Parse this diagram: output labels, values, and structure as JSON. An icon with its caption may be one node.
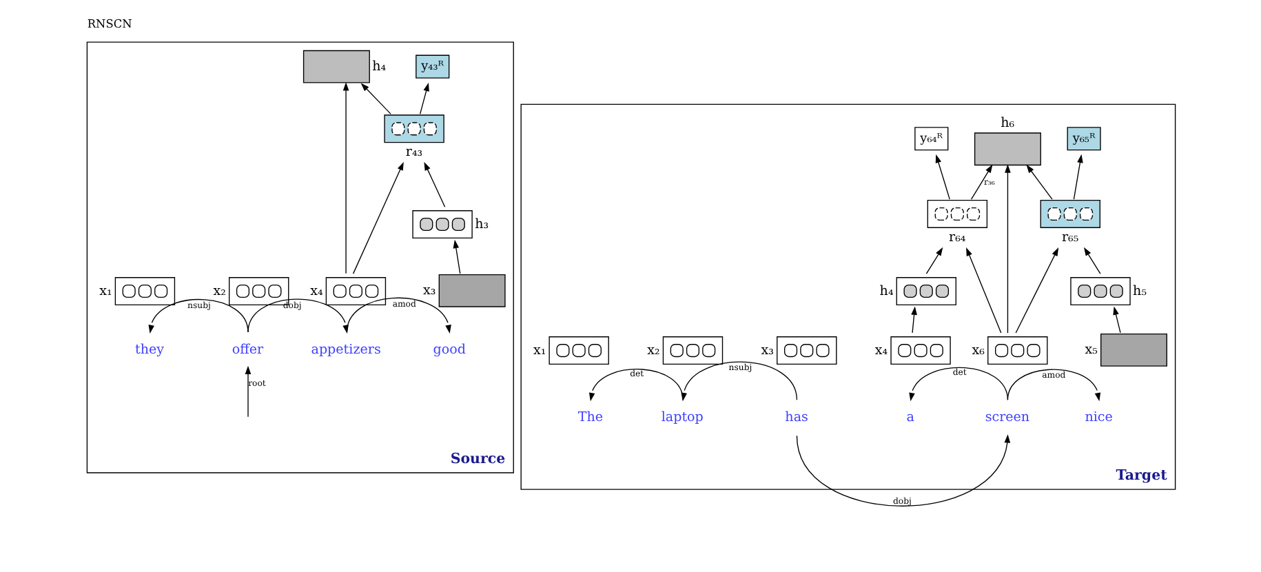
{
  "diagram": {
    "title": "RNSCN",
    "nodes": [
      {
        "text": [
          "Source"
        ]
      },
      {
        "text": [
          "x₁"
        ],
        "in": 0
      },
      {
        "text": [
          "x₂"
        ],
        "in": 0
      },
      {
        "text": [
          "x₃"
        ],
        "in": 0
      },
      {
        "text": [
          "x₄"
        ],
        "in": 0
      },
      {
        "text": [
          "they"
        ],
        "in": 0
      },
      {
        "text": [
          "offer"
        ],
        "in": 0
      },
      {
        "text": [
          "good"
        ],
        "in": 0
      },
      {
        "text": [
          "appetizers"
        ],
        "in": 0
      },
      {
        "text": [
          "h₃"
        ],
        "in": 0
      },
      {
        "text": [
          "r₄₃"
        ],
        "in": 0
      },
      {
        "text": [
          "y₄₃ᴿ"
        ],
        "in": 0
      },
      {
        "text": [
          "h₄"
        ],
        "in": 0
      },
      {
        "text": [
          "Target"
        ]
      },
      {
        "text": [
          "x₁"
        ],
        "in": 13
      },
      {
        "text": [
          "x₂"
        ],
        "in": 13
      },
      {
        "text": [
          "x₃"
        ],
        "in": 13
      },
      {
        "text": [
          "x₄"
        ],
        "in": 13
      },
      {
        "text": [
          "x₅"
        ],
        "in": 13
      },
      {
        "text": [
          "x₆"
        ],
        "in": 13
      },
      {
        "text": [
          "The"
        ],
        "in": 13
      },
      {
        "text": [
          "laptop"
        ],
        "in": 13
      },
      {
        "text": [
          "has"
        ],
        "in": 13
      },
      {
        "text": [
          "a"
        ],
        "in": 13
      },
      {
        "text": [
          "nice"
        ],
        "in": 13
      },
      {
        "text": [
          "screen"
        ],
        "in": 13
      },
      {
        "text": [
          "h₄"
        ],
        "in": 13
      },
      {
        "text": [
          "h₅"
        ],
        "in": 13
      },
      {
        "text": [
          "r₆₄"
        ],
        "in": 13
      },
      {
        "text": [
          "r₆₅"
        ],
        "in": 13
      },
      {
        "text": [
          "y₆₄ᴿ"
        ],
        "in": 13
      },
      {
        "text": [
          "y₆₅ᴿ"
        ],
        "in": 13
      },
      {
        "text": [
          "h₆"
        ],
        "in": 13
      }
    ],
    "edges": [
      {
        "from": 6,
        "to": 5,
        "arrow": "to",
        "label": "nsubj"
      },
      {
        "from": null,
        "to": 6,
        "arrow": "to",
        "label": "root"
      },
      {
        "from": 6,
        "to": 8,
        "arrow": "to",
        "label": "dobj"
      },
      {
        "from": 8,
        "to": 7,
        "arrow": "to",
        "label": "amod"
      },
      {
        "from": 3,
        "to": 9,
        "arrow": "to"
      },
      {
        "from": 9,
        "to": 10,
        "arrow": "to"
      },
      {
        "from": 4,
        "to": 10,
        "arrow": "to"
      },
      {
        "from": 10,
        "to": 11,
        "arrow": "to"
      },
      {
        "from": 10,
        "to": 12,
        "arrow": "to"
      },
      {
        "from": 4,
        "to": 12,
        "arrow": "to"
      },
      {
        "from": 21,
        "to": 20,
        "arrow": "to",
        "label": "det"
      },
      {
        "from": 22,
        "to": 21,
        "arrow": "to",
        "label": "nsubj"
      },
      {
        "from": 22,
        "to": 25,
        "arrow": "to",
        "label": "dobj"
      },
      {
        "from": 25,
        "to": 23,
        "arrow": "to",
        "label": "det"
      },
      {
        "from": 25,
        "to": 24,
        "arrow": "to",
        "label": "amod"
      },
      {
        "from": 17,
        "to": 26,
        "arrow": "to"
      },
      {
        "from": 18,
        "to": 27,
        "arrow": "to"
      },
      {
        "from": 26,
        "to": 28,
        "arrow": "to"
      },
      {
        "from": 19,
        "to": 28,
        "arrow": "to"
      },
      {
        "from": 27,
        "to": 29,
        "arrow": "to"
      },
      {
        "from": 19,
        "to": 29,
        "arrow": "to"
      },
      {
        "from": 28,
        "to": 30,
        "arrow": "to"
      },
      {
        "from": 29,
        "to": 31,
        "arrow": "to"
      },
      {
        "from": 28,
        "to": 32,
        "arrow": "to",
        "label": "r₃₆"
      },
      {
        "from": 29,
        "to": 32,
        "arrow": "to"
      },
      {
        "from": 19,
        "to": 32,
        "arrow": "to"
      }
    ]
  }
}
